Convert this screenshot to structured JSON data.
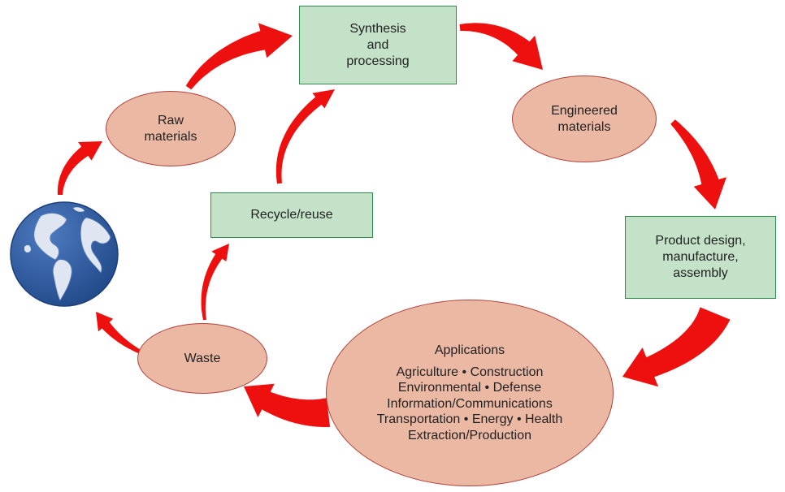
{
  "colors": {
    "box_fill": "#c4e2c7",
    "box_border": "#2f8a4e",
    "ellipse_fill": "#ebb8a4",
    "ellipse_border": "#b2413a",
    "arrow": "#ee0f0f",
    "ocean": "#2f5b9e",
    "land": "#dfe6f2"
  },
  "nodes": {
    "synthesis": "Synthesis\nand\nprocessing",
    "engineered": "Engineered\nmaterials",
    "product": "Product design,\nmanufacture,\nassembly",
    "applications": {
      "title": "Applications",
      "lines": "Agriculture • Construction\nEnvironmental • Defense\nInformation/Communications\nTransportation • Energy • Health\nExtraction/Production"
    },
    "waste": "Waste",
    "recycle": "Recycle/reuse",
    "raw": "Raw\nmaterials"
  },
  "globe_icon": "earth-globe-icon",
  "arrow_icon": "curved-block-arrow"
}
